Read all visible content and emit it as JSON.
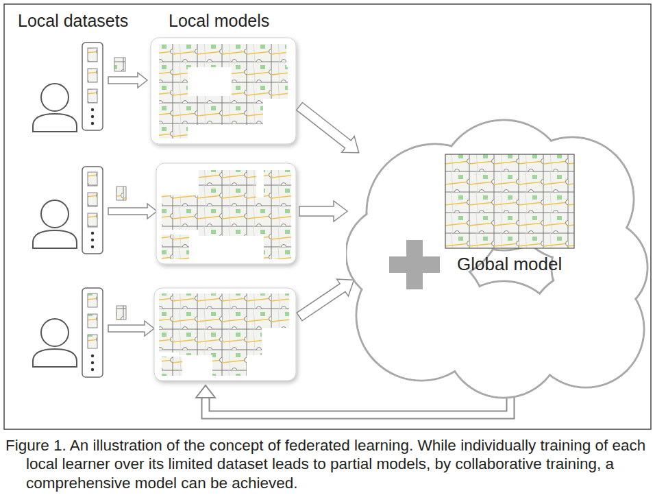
{
  "diagram": {
    "caption": "Figure 1. An illustration of the concept of federated learning. While individually training of each local learner over its limited dataset leads to partial models, by collaborative training, a comprehensive model can be achieved.",
    "nodes": [
      {
        "text": [
          "Global model"
        ]
      }
    ],
    "labels": [
      "Local datasets",
      "Local models"
    ]
  }
}
